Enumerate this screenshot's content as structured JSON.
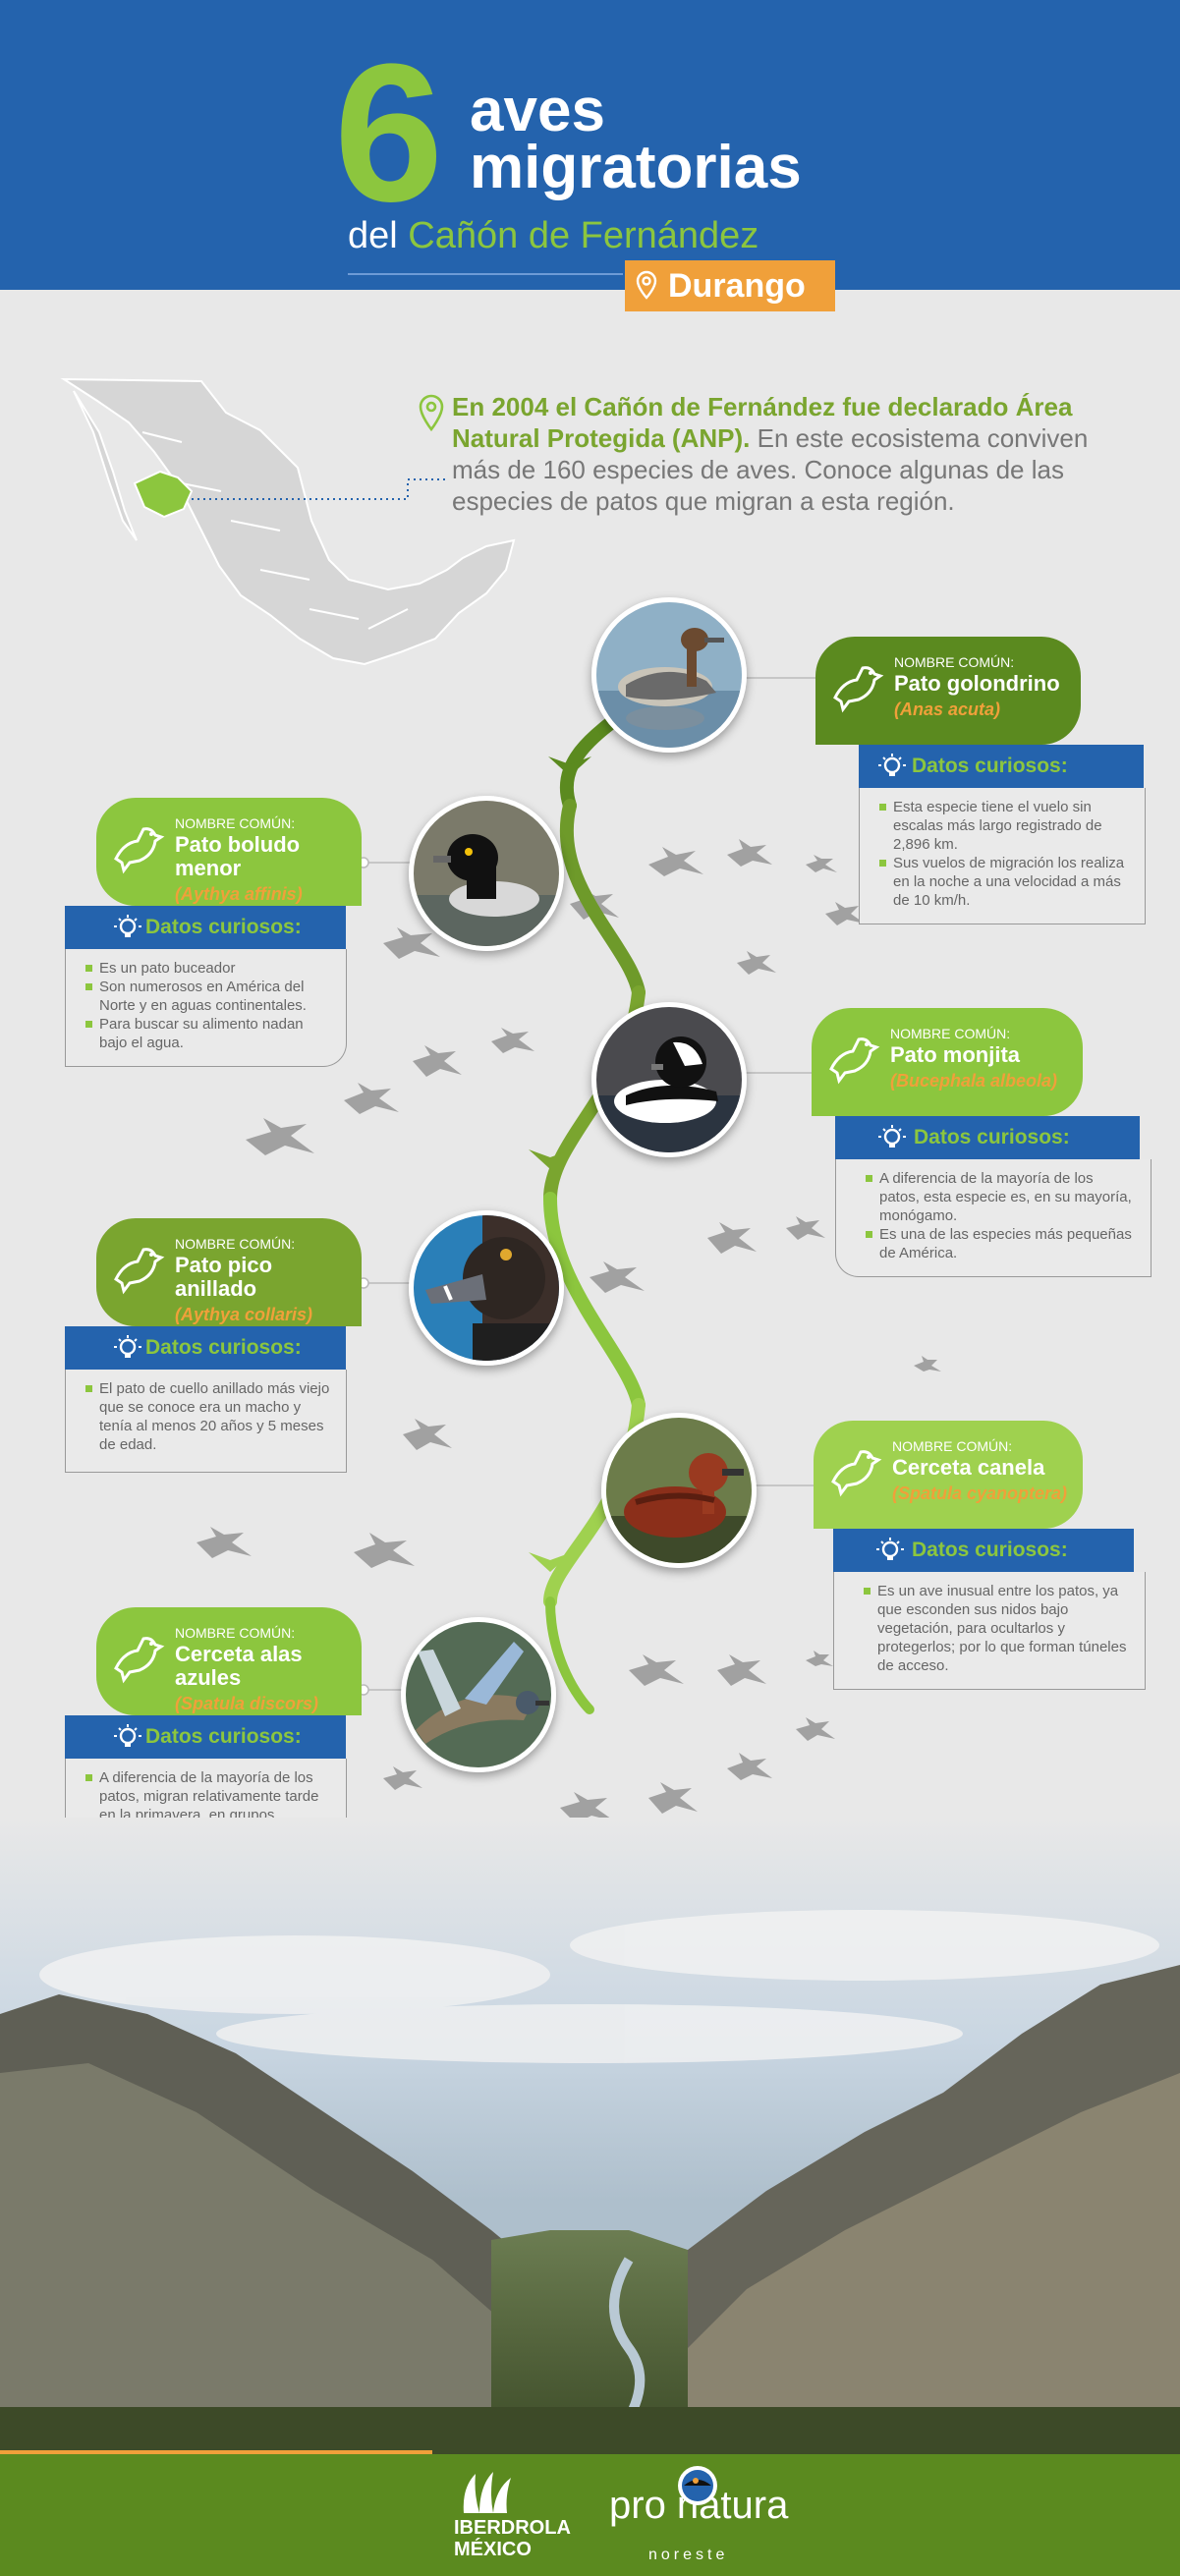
{
  "header": {
    "number": "6",
    "line1": "aves",
    "line2": "migratorias",
    "line3_prefix": "del",
    "line3_place": "Cañón de Fernández",
    "state": "Durango"
  },
  "intro": {
    "bold": "En 2004 el Cañón de Fernández fue declarado Área Natural Protegida (ANP).",
    "rest": "En este ecosistema conviven más de 160 especies de aves. Conoce algunas de las especies de patos que migran a esta región."
  },
  "facts_heading": "Datos curiosos:",
  "common_name_label": "NOMBRE COMÚN:",
  "birds": [
    {
      "name": "Pato golondrino",
      "scientific": "(Anas acuta)",
      "side": "right",
      "facts": [
        "Esta especie tiene el vuelo sin escalas más largo registrado de 2,896 km.",
        "Sus vuelos de migración los realiza en la noche a una velocidad a más de 10 km/h."
      ]
    },
    {
      "name": "Pato boludo menor",
      "scientific": "(Aythya affinis)",
      "side": "left",
      "facts": [
        "Es un pato buceador",
        "Son numerosos en América del Norte y en aguas continentales.",
        "Para buscar su alimento nadan bajo el agua."
      ]
    },
    {
      "name": "Pato monjita",
      "scientific": "(Bucephala albeola)",
      "side": "right",
      "facts": [
        "A diferencia de la mayoría de los patos, esta especie es, en su mayoría, monógamo.",
        "Es una de las especies más pequeñas de América."
      ]
    },
    {
      "name": "Pato pico anillado",
      "scientific": "(Aythya collaris)",
      "side": "left",
      "facts": [
        "El pato de cuello anillado más viejo que se conoce era un macho y tenía al menos 20 años y 5 meses de edad."
      ]
    },
    {
      "name": "Cerceta canela",
      "scientific": "(Spatula cyanoptera)",
      "side": "right",
      "facts": [
        "Es un ave inusual entre los patos, ya que esconden sus nidos bajo vegetación, para ocultarlos y protegerlos; por lo que forman túneles de acceso."
      ]
    },
    {
      "name": "Cerceta alas azules",
      "scientific": "(Spatula discors)",
      "side": "left",
      "facts": [
        "A diferencia de la mayoría de los patos, migran relativamente tarde en la primavera, en grupos numerosos y en pareja."
      ]
    }
  ],
  "footer": {
    "iberdrola": [
      "IBERDROLA",
      "MÉXICO"
    ],
    "pronatura": "pro natura",
    "pronatura_sub": "noreste"
  },
  "colors": {
    "blue": "#2463ad",
    "green": "#8cc63e",
    "dark_green": "#5b8a1f",
    "orange": "#f0a03a"
  }
}
